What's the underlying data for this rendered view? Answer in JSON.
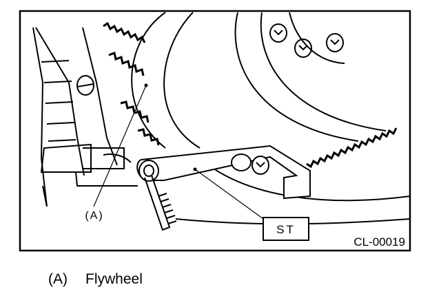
{
  "figure": {
    "callout_a": "(A)",
    "callout_st": "ST",
    "figure_code": "CL-00019"
  },
  "legend": {
    "items": [
      {
        "key": "(A)",
        "label": "Flywheel"
      }
    ]
  }
}
